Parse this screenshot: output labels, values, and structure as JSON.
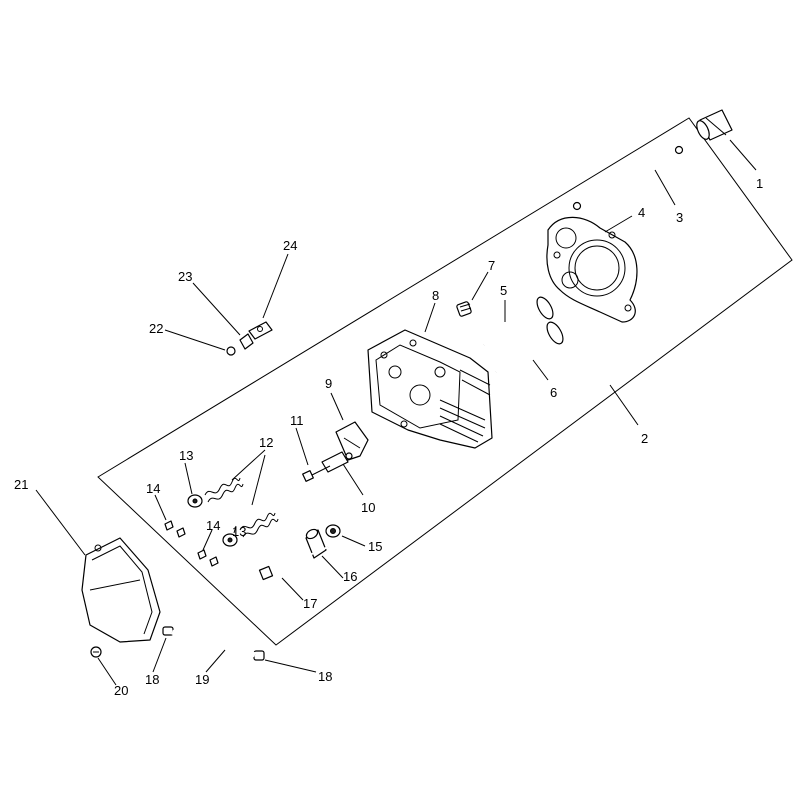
{
  "diagram": {
    "callouts": [
      "1",
      "2",
      "3",
      "4",
      "5",
      "6",
      "7",
      "8",
      "9",
      "10",
      "11",
      "12",
      "13",
      "13",
      "14",
      "14",
      "15",
      "16",
      "17",
      "18",
      "18",
      "19",
      "20",
      "21",
      "22",
      "23",
      "24"
    ]
  }
}
